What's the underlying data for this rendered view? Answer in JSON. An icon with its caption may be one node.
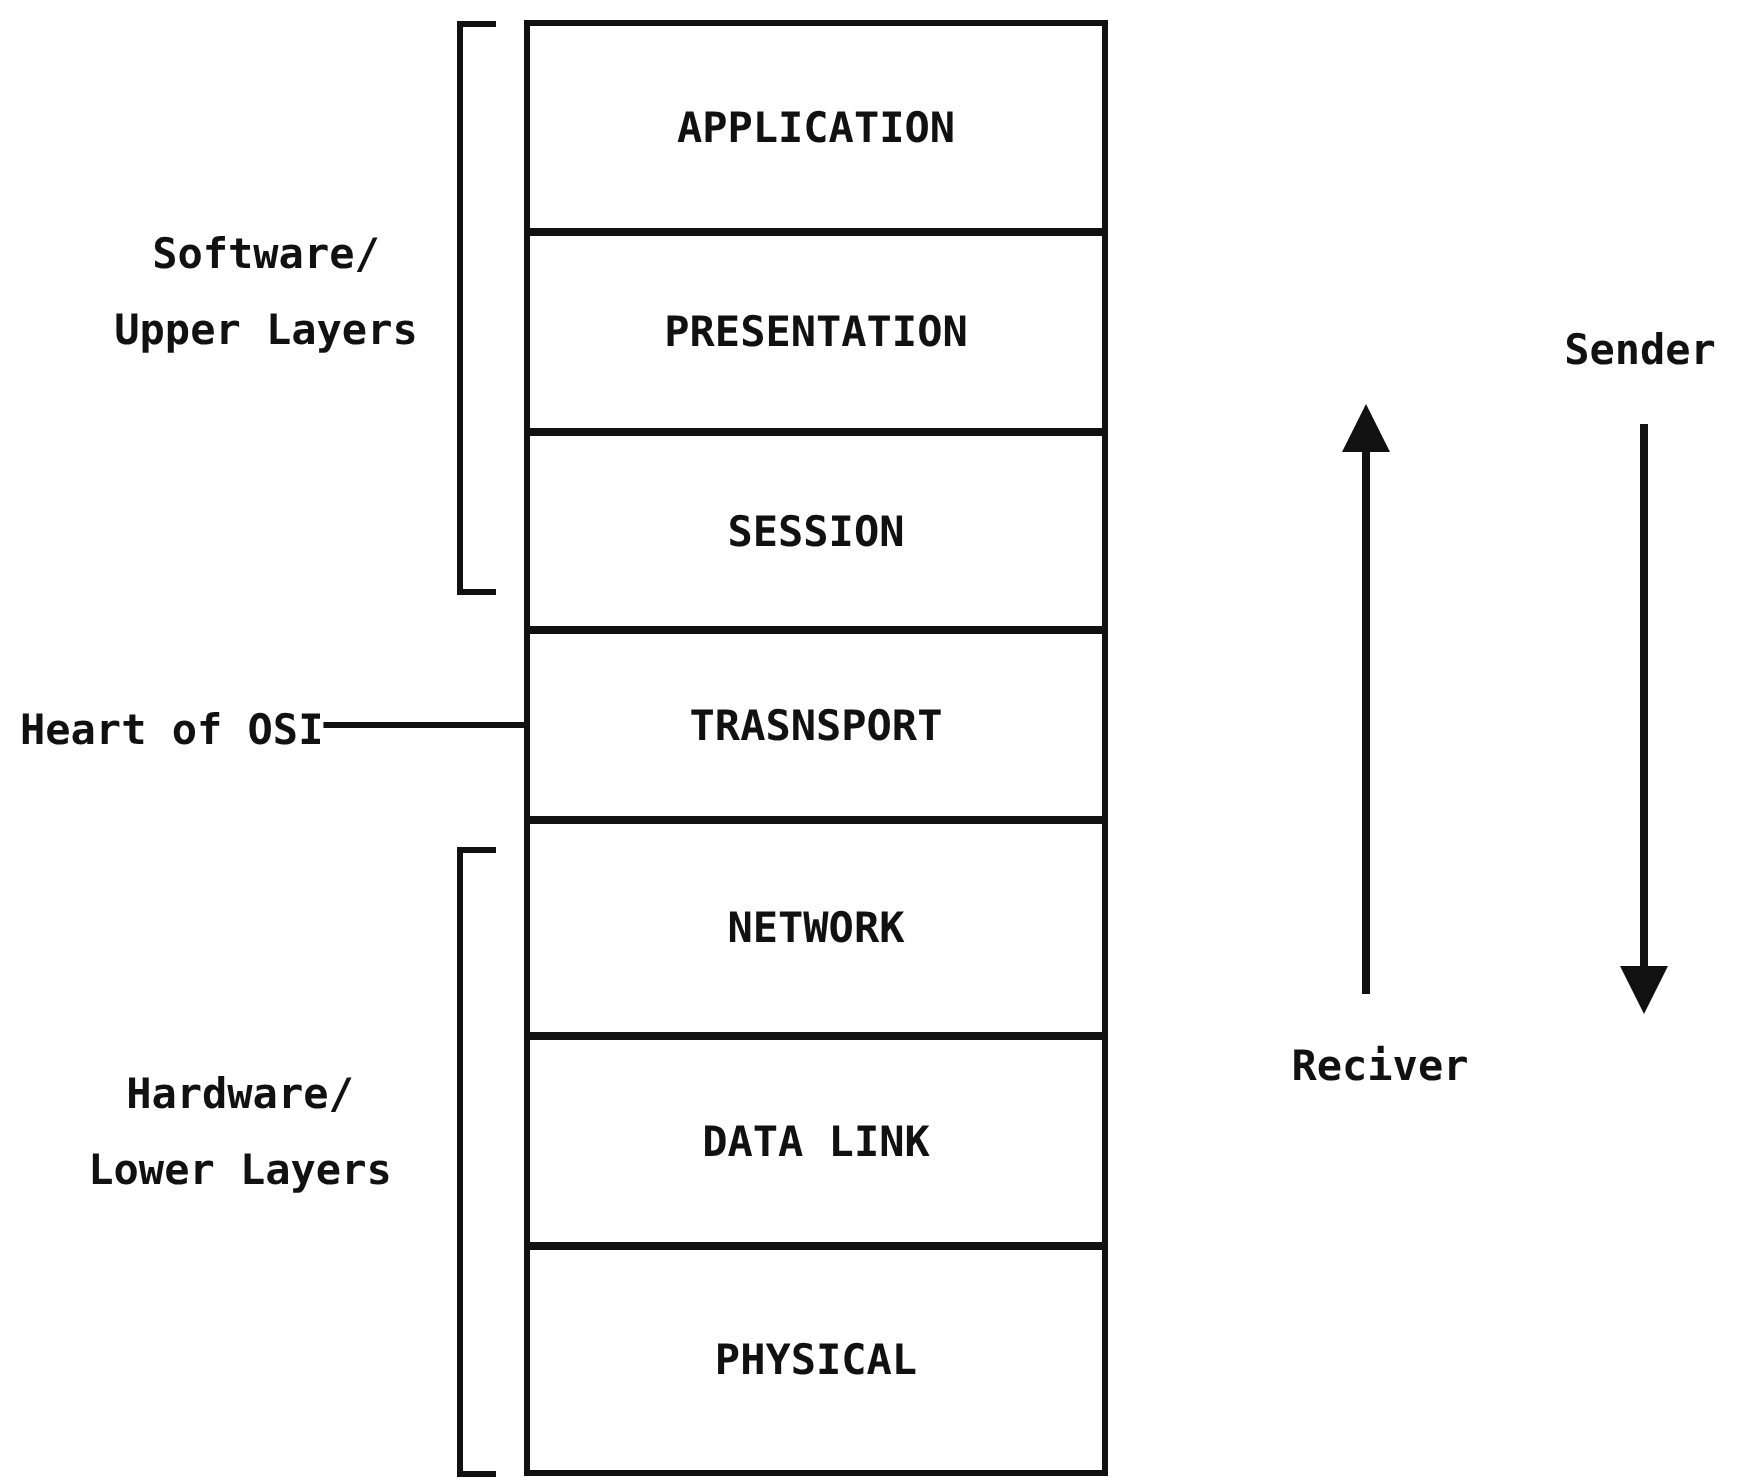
{
  "diagram": {
    "nodes": [
      {
        "text": [
          "APPLICATION"
        ]
      },
      {
        "text": [
          "PRESENTATION"
        ]
      },
      {
        "text": [
          "SESSION"
        ]
      },
      {
        "text": [
          "TRASNSPORT"
        ]
      },
      {
        "text": [
          "NETWORK"
        ]
      },
      {
        "text": [
          "DATA LINK"
        ]
      },
      {
        "text": [
          "PHYSICAL"
        ]
      },
      {
        "text": [
          "Heart of OSI"
        ]
      }
    ],
    "edges": [
      {
        "from": 7,
        "to": 3,
        "arrow": "none"
      }
    ],
    "labels": [
      "Software/ Upper Layers",
      "Sender",
      "Reciver",
      "Hardware/ Lower Layers"
    ]
  }
}
